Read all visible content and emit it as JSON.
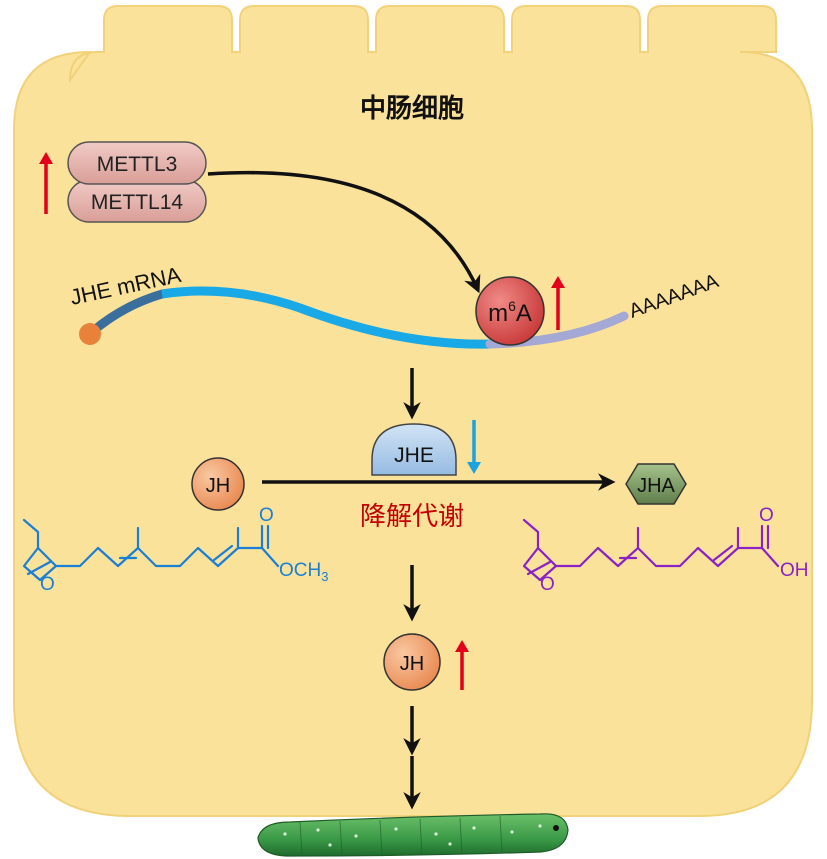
{
  "cell_title": "中肠细胞",
  "enzymes": {
    "top": "METTL3",
    "bottom": "METTL14"
  },
  "mrna": {
    "label": "JHE mRNA",
    "poly_a": "AAAAAAA"
  },
  "m6a": {
    "base": "m",
    "superscript": "6",
    "suffix": "A"
  },
  "jhe_enzyme": "JHE",
  "substrate": "JH",
  "product": "JHA",
  "process_label": "降解代谢",
  "result": "JH",
  "chem_left": {
    "ester_group": "OCH",
    "subscript": "3",
    "carbonyl_o": "O",
    "epoxide_o": "O"
  },
  "chem_right": {
    "acid_group": "OH",
    "carbonyl_o": "O",
    "epoxide_o": "O"
  },
  "colors": {
    "cell_fill": "#fbe29a",
    "cell_stroke": "#f1d27a",
    "arrow": "#111111",
    "up_arrow": "#e2001a",
    "down_arrow": "#1aa3e0",
    "mrna_main": "#19a9e6",
    "mrna_5utr": "#3a6e9c",
    "mrna_3utr": "#a3a8d4",
    "cap": "#e8823a",
    "enzyme_fill": "#e7b3ad",
    "m6a_fill": "#d24a4a",
    "jhe_fill": "#aecbe8",
    "jh_fill": "#f0a36f",
    "jha_fill": "#7d9c66",
    "chem_left": "#1a7fd6",
    "chem_right": "#8a22c8",
    "process_text": "#c40000",
    "caterpillar": "#3a9a47"
  }
}
